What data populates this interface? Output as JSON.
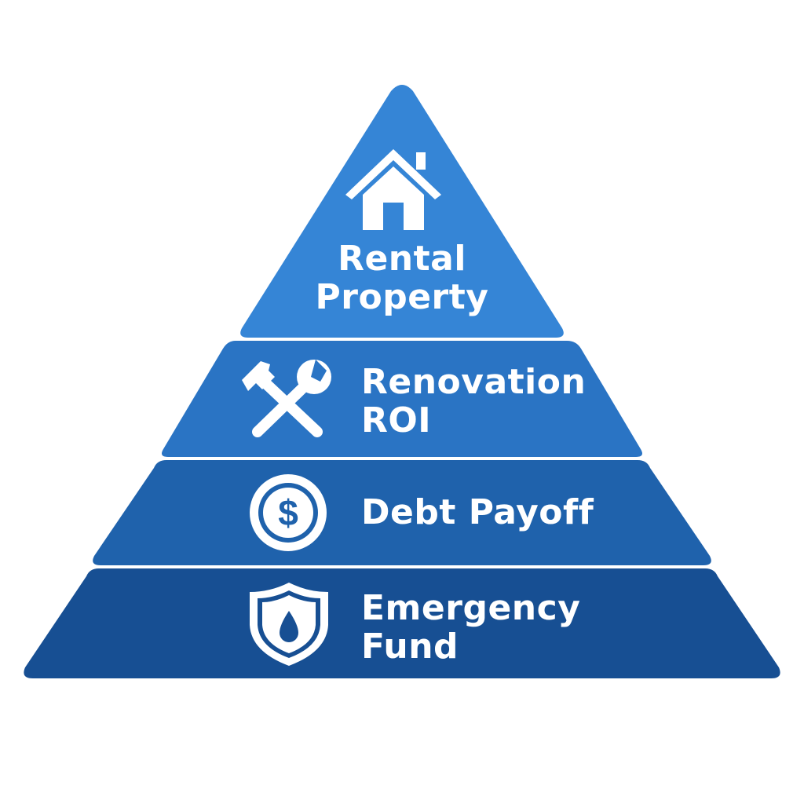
{
  "diagram": {
    "type": "pyramid",
    "tiers": [
      {
        "level": 4,
        "label_line1": "Rental",
        "label_line2": "Property",
        "icon": "house-icon",
        "color": "#3585d6"
      },
      {
        "level": 3,
        "label_line1": "Renovation",
        "label_line2": "ROI",
        "icon": "hammer-wrench-icon",
        "color": "#2a74c4"
      },
      {
        "level": 2,
        "label_line1": "Debt Payoff",
        "label_line2": "",
        "icon": "dollar-coin-icon",
        "color": "#1f62ac"
      },
      {
        "level": 1,
        "label_line1": "Emergency",
        "label_line2": "Fund",
        "icon": "shield-drop-icon",
        "color": "#174f93"
      }
    ]
  }
}
